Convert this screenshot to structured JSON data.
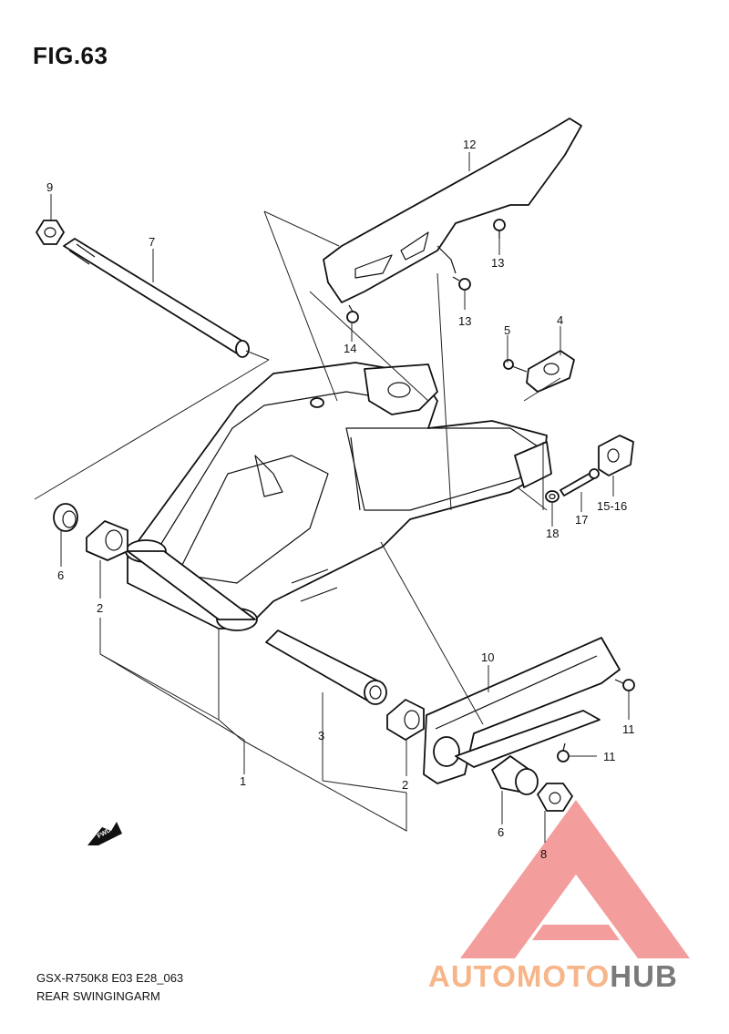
{
  "figure_title": "FIG.63",
  "footer": {
    "model_code": "GSX-R750K8 E03 E28_063",
    "diagram_name": "REAR SWINGINGARM"
  },
  "fwd_marker": "FWD",
  "watermark": {
    "word_part1": "AUTOMOTO",
    "word_part2": "HUB",
    "colors": {
      "part1": "#f7b58a",
      "part2": "#7a7a7a",
      "logo": "#f28c8c"
    }
  },
  "part_labels": [
    {
      "id": "p1",
      "text": "1"
    },
    {
      "id": "p2a",
      "text": "2"
    },
    {
      "id": "p2b",
      "text": "2"
    },
    {
      "id": "p3",
      "text": "3"
    },
    {
      "id": "p4",
      "text": "4"
    },
    {
      "id": "p5",
      "text": "5"
    },
    {
      "id": "p6a",
      "text": "6"
    },
    {
      "id": "p6b",
      "text": "6"
    },
    {
      "id": "p7",
      "text": "7"
    },
    {
      "id": "p8",
      "text": "8"
    },
    {
      "id": "p9",
      "text": "9"
    },
    {
      "id": "p10",
      "text": "10"
    },
    {
      "id": "p11a",
      "text": "11"
    },
    {
      "id": "p11b",
      "text": "11"
    },
    {
      "id": "p12",
      "text": "12"
    },
    {
      "id": "p13a",
      "text": "13"
    },
    {
      "id": "p13b",
      "text": "13"
    },
    {
      "id": "p14",
      "text": "14"
    },
    {
      "id": "p1516",
      "text": "15-16"
    },
    {
      "id": "p17",
      "text": "17"
    },
    {
      "id": "p18",
      "text": "18"
    }
  ]
}
